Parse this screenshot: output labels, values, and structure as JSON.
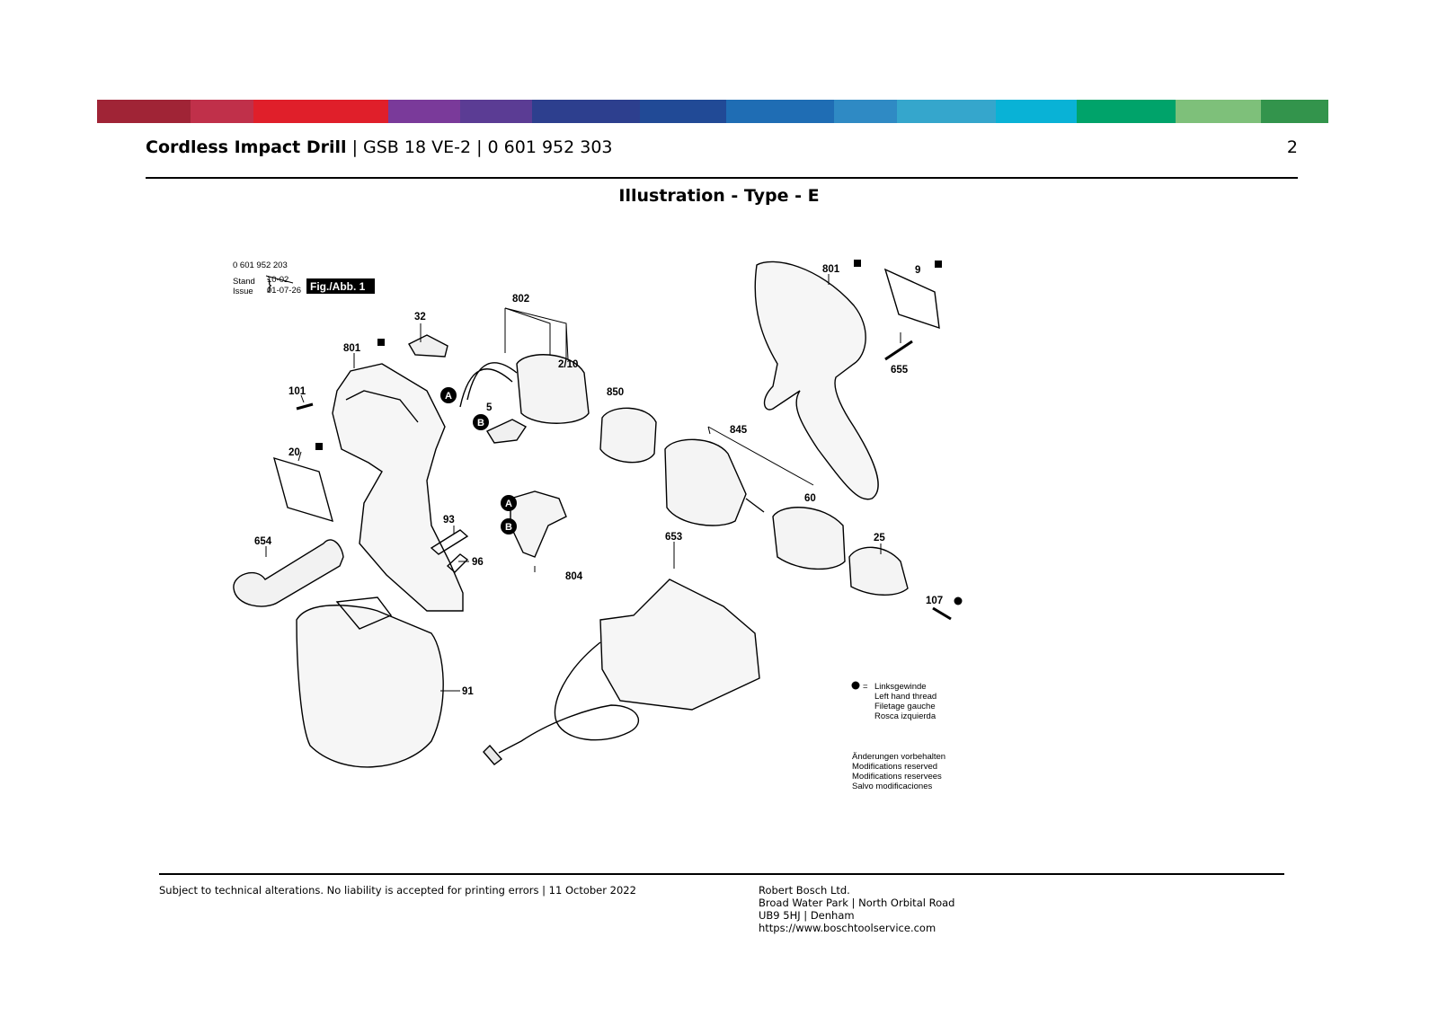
{
  "header": {
    "product": "Cordless Impact Drill",
    "rest": " | GSB 18 VE-2 | 0 601 952 303",
    "page_number": "2"
  },
  "subtitle": "Illustration - Type - E",
  "band_colors": [
    "#a02436",
    "#c0304a",
    "#e01f2a",
    "#7a3a9a",
    "#5b3c94",
    "#2d3f8e",
    "#214a96",
    "#1f6db4",
    "#2f8ac4",
    "#35a6cc",
    "#09b2d6",
    "#00a36a",
    "#7ec07a",
    "#33944c"
  ],
  "diagram": {
    "code": "0 601 952 203",
    "stand": "Stand",
    "issue": "Issue",
    "stand_date": "10-02",
    "issue_date": "01-07-26",
    "fig_label": "Fig./Abb. 1",
    "callouts": {
      "c802": "802",
      "c32": "32",
      "c801a": "801",
      "c101": "101",
      "c2_10": "2/10",
      "c850": "850",
      "c5": "5",
      "c845": "845",
      "c20": "20",
      "c60": "60",
      "c93": "93",
      "c96": "96",
      "c804": "804",
      "c654": "654",
      "c653": "653",
      "c25": "25",
      "c107": "107",
      "c91": "91",
      "c801b": "801",
      "c9": "9",
      "c655": "655",
      "A1": "A",
      "B1": "B",
      "A2": "A",
      "B2": "B"
    },
    "legend": [
      "Linksgewinde",
      "Left hand thread",
      "Filetage gauche",
      "Rosca izquierda"
    ],
    "legend_eq": "=",
    "notes": [
      "Änderungen vorbehalten",
      "Modifications reserved",
      "Modifications reservees",
      "Salvo modificaciones"
    ]
  },
  "footer": {
    "disclaimer": "Subject to technical alterations. No liability is accepted for printing errors | 11 October 2022",
    "company": "Robert Bosch Ltd.",
    "address1": "Broad Water Park | North Orbital Road",
    "address2": "UB9 5HJ | Denham",
    "url": "https://www.boschtoolservice.com"
  }
}
